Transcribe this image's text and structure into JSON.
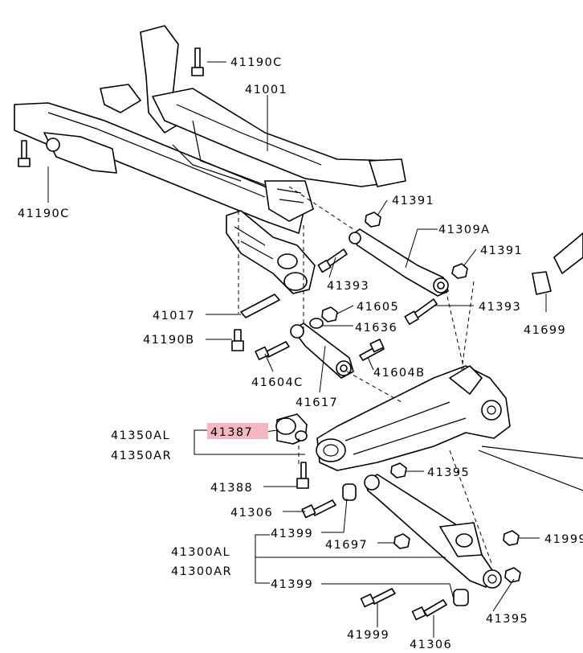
{
  "diagram": {
    "labels": {
      "l_41190C_top": "41190C",
      "l_41001": "41001",
      "l_41190C_left": "41190C",
      "l_41391_a": "41391",
      "l_41309A": "41309A",
      "l_41391_b": "41391",
      "l_41393_a": "41393",
      "l_41393_b": "41393",
      "l_41699": "41699",
      "l_41017": "41017",
      "l_41605": "41605",
      "l_41636": "41636",
      "l_41190B": "41190B",
      "l_41604C": "41604C",
      "l_41604B": "41604B",
      "l_41617": "41617",
      "l_41350AL": "41350AL",
      "l_41387": "41387",
      "l_41350AR": "41350AR",
      "l_41395_a": "41395",
      "l_41388": "41388",
      "l_41306_a": "41306",
      "l_41399_a": "41399",
      "l_41697": "41697",
      "l_41999_right": "41999",
      "l_41300AL": "41300AL",
      "l_41300AR": "41300AR",
      "l_41399_b": "41399",
      "l_41395_b": "41395",
      "l_41999_bottom": "41999",
      "l_41306_b": "41306"
    },
    "highlight_color": "#f4b9c0"
  }
}
